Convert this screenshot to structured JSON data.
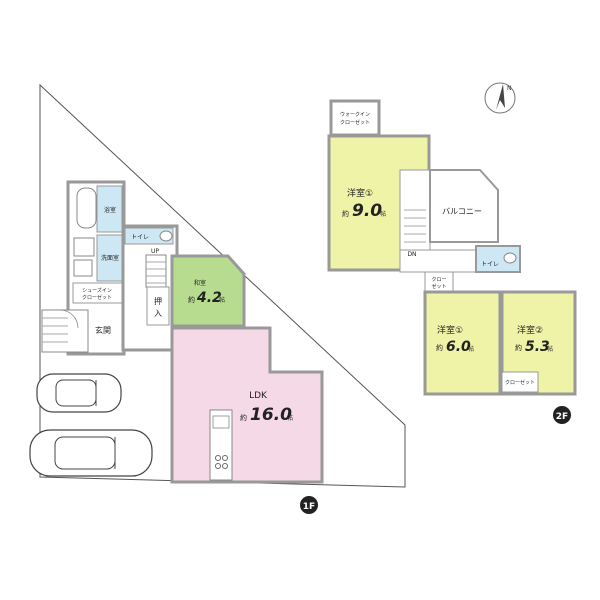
{
  "floor1": {
    "label": "1F",
    "rooms": {
      "bath": "浴室",
      "washroom": "洗面室",
      "toilet": "トイレ",
      "shoes_closet_1": "シューズイン",
      "shoes_closet_2": "クローゼット",
      "entrance": "玄関",
      "storage": "押入",
      "up": "UP",
      "japanese_room": "和室",
      "japanese_size": "4.2",
      "ldk": "LDK",
      "ldk_size": "16.0"
    }
  },
  "floor2": {
    "label": "2F",
    "rooms": {
      "walkin_1": "ウォークイン",
      "walkin_2": "クローゼット",
      "western_big": "洋室①",
      "western_big_size": "9.0",
      "balcony": "バルコニー",
      "dn": "DN",
      "toilet": "トイレ",
      "closet_left_1": "クロー",
      "closet_left_2": "ゼット",
      "western_1": "洋室①",
      "western_1_size": "6.0",
      "western_2": "洋室②",
      "western_2_size": "5.3",
      "closet_bottom": "クローゼット"
    }
  },
  "common": {
    "approx": "約",
    "tatami_unit": "帖",
    "north": "N"
  },
  "colors": {
    "wall": "#cfcfcf",
    "bath_blue": "#cde7f5",
    "tatami_green": "#b7dc8f",
    "ldk_pink": "#f5d9e6",
    "western_yellow": "#eef3a7",
    "floor_label_bg": "#222222"
  }
}
